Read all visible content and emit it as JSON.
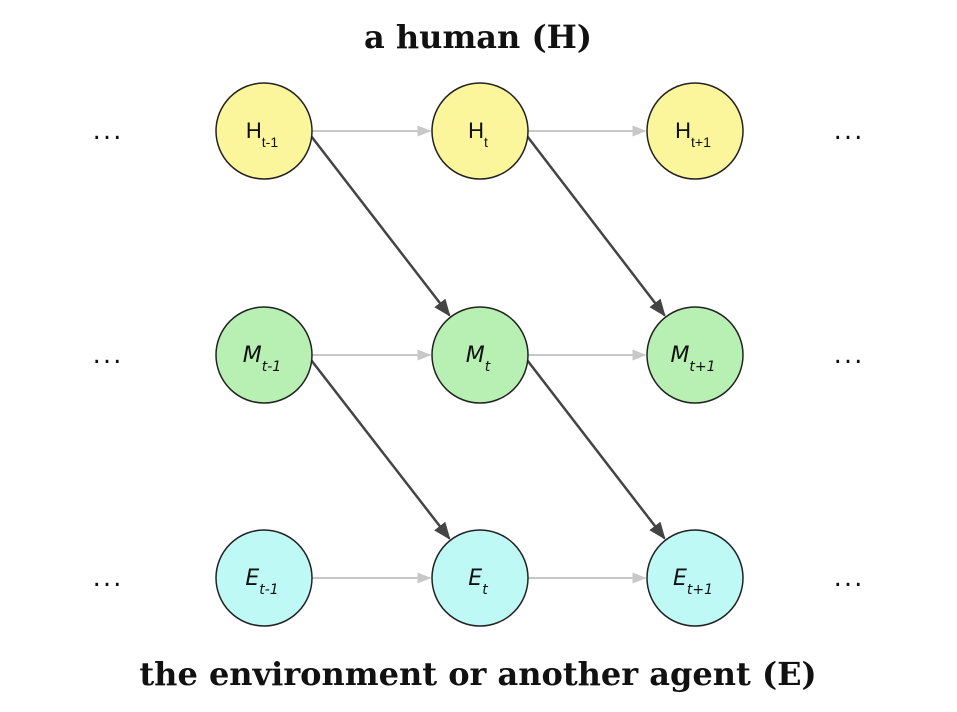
{
  "top_title": "a human (H)",
  "bottom_title": "the environment or another agent (E)",
  "ellipsis": "...",
  "colors": {
    "H": "#fbf59c",
    "M": "#b8f0b4",
    "E": "#bff9f6",
    "stroke": "#222222",
    "temporal_edge": "#c8c8c8",
    "causal_edge": "#444444"
  },
  "rows": [
    {
      "id": "H",
      "italic": false,
      "nodes": [
        {
          "base": "H",
          "sub": "t-1"
        },
        {
          "base": "H",
          "sub": "t"
        },
        {
          "base": "H",
          "sub": "t+1"
        }
      ]
    },
    {
      "id": "M",
      "italic": true,
      "nodes": [
        {
          "base": "M",
          "sub": "t-1"
        },
        {
          "base": "M",
          "sub": "t"
        },
        {
          "base": "M",
          "sub": "t+1"
        }
      ]
    },
    {
      "id": "E",
      "italic": true,
      "nodes": [
        {
          "base": "E",
          "sub": "t-1"
        },
        {
          "base": "E",
          "sub": "t"
        },
        {
          "base": "E",
          "sub": "t+1"
        }
      ]
    }
  ],
  "temporal_edges": [
    {
      "row": 0,
      "from": 0,
      "to": 1
    },
    {
      "row": 0,
      "from": 1,
      "to": 2
    },
    {
      "row": 1,
      "from": 0,
      "to": 1
    },
    {
      "row": 1,
      "from": 1,
      "to": 2
    },
    {
      "row": 2,
      "from": 0,
      "to": 1
    },
    {
      "row": 2,
      "from": 1,
      "to": 2
    }
  ],
  "causal_edges": [
    {
      "from": [
        0,
        0
      ],
      "to": [
        1,
        1
      ]
    },
    {
      "from": [
        0,
        1
      ],
      "to": [
        1,
        2
      ]
    },
    {
      "from": [
        1,
        0
      ],
      "to": [
        2,
        1
      ]
    },
    {
      "from": [
        1,
        1
      ],
      "to": [
        2,
        2
      ]
    }
  ]
}
